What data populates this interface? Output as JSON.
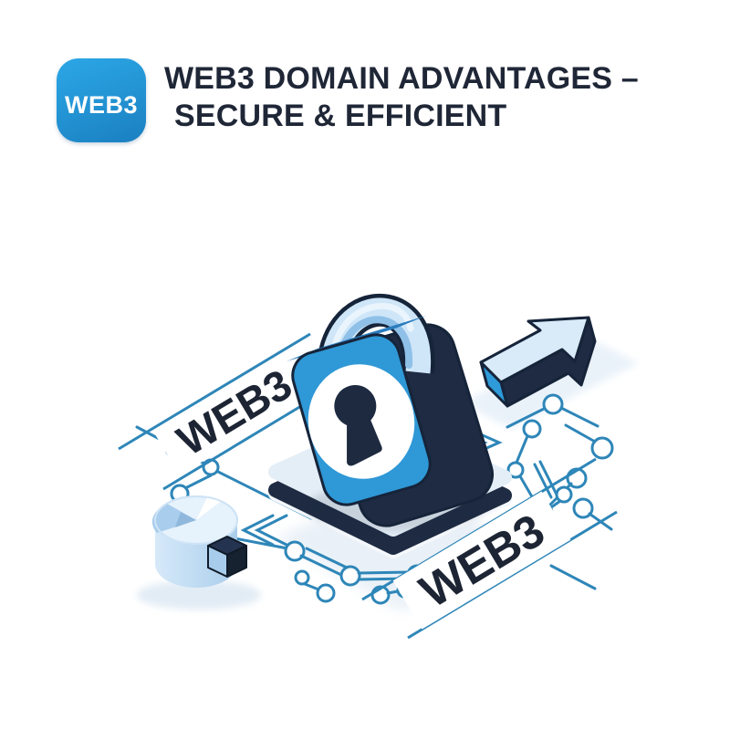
{
  "page": {
    "background": "#ffffff"
  },
  "header": {
    "badge": {
      "label": "WEB3",
      "color_top": "#2ca7e6",
      "color_bottom": "#1a7fc0",
      "text_color": "#ffffff"
    },
    "title_line1": "WEB3 DOMAIN ADVANTAGES –",
    "title_line2": "SECURE & EFFICIENT",
    "title_color": "#1f2737"
  },
  "illustration": {
    "labels": {
      "left": "WEB3",
      "right": "WEB3"
    },
    "label_text_color": "#1d2534",
    "icons": [
      "padlock-icon",
      "keyhole-icon",
      "arrow-icon",
      "pie-cylinder-icon",
      "cube-icon",
      "circuit-pattern"
    ],
    "colors": {
      "lock_front": "#2f98d6",
      "lock_top": "#2a7cbd",
      "lock_dark_side": "#1e2b42",
      "shackle_light": "#cfe6f8",
      "shackle_shade": "#8fc0e8",
      "keyhole": "#1d2a40",
      "platform_top": "#e4eef7",
      "platform_rim": "#1e2b42",
      "circuit_line": "#2e86b8",
      "arrow_top": "#d9eaf8",
      "arrow_side": "#1e2b42",
      "arrow_cap": "#2f9ad9",
      "cylinder": "#bcd9f2",
      "cylinder_top": "#e6f2fc",
      "cube": "#16222f",
      "cube_light_face": "#a8cdec",
      "shadow": "#e2ecf5"
    }
  }
}
